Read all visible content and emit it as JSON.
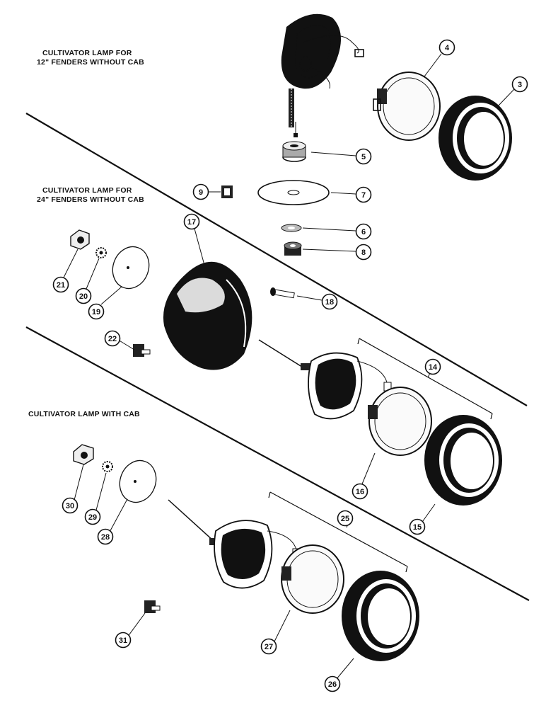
{
  "sections": [
    {
      "title_line1": "CULTIVATOR LAMP FOR",
      "title_line2": "12\" FENDERS WITHOUT CAB"
    },
    {
      "title_line1": "CULTIVATOR LAMP FOR",
      "title_line2": "24\" FENDERS WITHOUT CAB"
    },
    {
      "title_line1": "CULTIVATOR LAMP WITH CAB",
      "title_line2": ""
    }
  ],
  "callouts": {
    "c3": "3",
    "c4": "4",
    "c5": "5",
    "c6": "6",
    "c7": "7",
    "c8": "8",
    "c9": "9",
    "c14": "14",
    "c15": "15",
    "c16": "16",
    "c17": "17",
    "c18": "18",
    "c19": "19",
    "c20": "20",
    "c21": "21",
    "c22": "22",
    "c25": "25",
    "c26": "26",
    "c27": "27",
    "c28": "28",
    "c29": "29",
    "c30": "30",
    "c31": "31"
  }
}
